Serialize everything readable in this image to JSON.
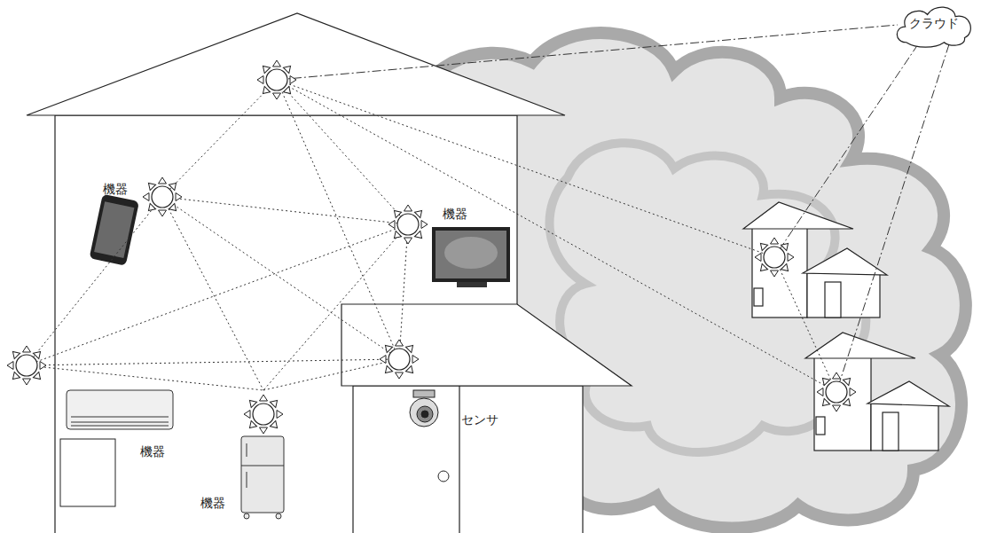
{
  "diagram": {
    "nodes": [
      {
        "text": [
          "クラウド"
        ]
      }
    ],
    "labels": [
      "機器",
      "機器",
      "機器",
      "機器",
      "センサ"
    ]
  }
}
